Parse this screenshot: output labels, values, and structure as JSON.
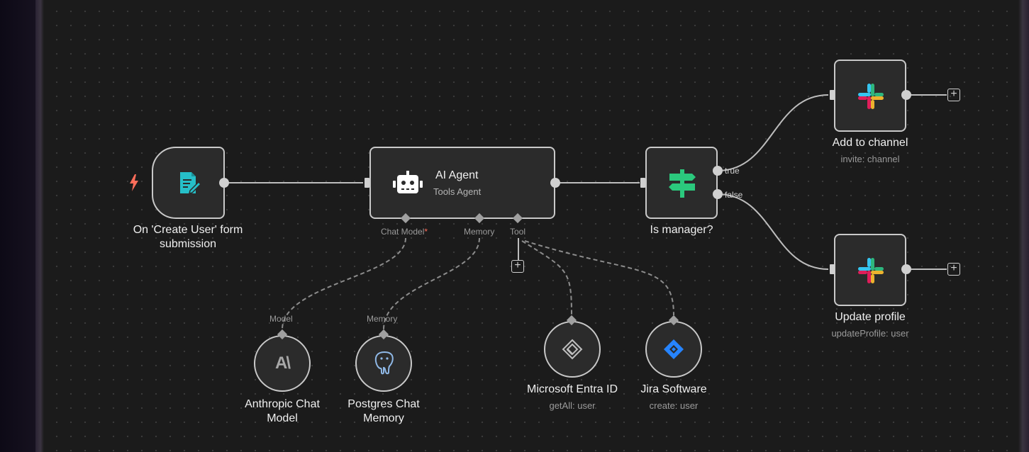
{
  "workflow": {
    "trigger": {
      "title": "On 'Create User' form submission"
    },
    "agent": {
      "title": "AI Agent",
      "subtitle": "Tools Agent",
      "ports": {
        "chat_model": "Chat Model",
        "required_mark": "*",
        "memory": "Memory",
        "tool": "Tool"
      }
    },
    "if_node": {
      "title": "Is manager?",
      "true_label": "true",
      "false_label": "false"
    },
    "slack_add": {
      "title": "Add to channel",
      "subtitle": "invite: channel"
    },
    "slack_update": {
      "title": "Update profile",
      "subtitle": "updateProfile: user"
    },
    "anthropic": {
      "title": "Anthropic Chat Model",
      "port_label": "Model",
      "logo_text": "A\\"
    },
    "postgres": {
      "title": "Postgres Chat Memory",
      "port_label": "Memory"
    },
    "entra": {
      "title": "Microsoft Entra ID",
      "subtitle": "getAll: user"
    },
    "jira": {
      "title": "Jira Software",
      "subtitle": "create: user"
    },
    "add_button": "+"
  },
  "icons": {
    "trigger": "bolt-icon",
    "form": "form-icon",
    "agent": "robot-icon",
    "if": "signpost-icon",
    "slack": "slack-icon",
    "anthropic": "anthropic-icon",
    "postgres": "postgres-icon",
    "entra": "entra-icon",
    "jira": "jira-icon"
  },
  "colors": {
    "canvas_bg": "#1b1b1b",
    "node_bg": "#2b2b2b",
    "node_border": "#c9c9c9",
    "bolt": "#ff6d5a",
    "form_icon": "#26bfc8",
    "if_icon": "#2bc97d",
    "slack_red": "#e01e5a",
    "slack_green": "#2eb67d",
    "slack_blue": "#36c5f0",
    "slack_yellow": "#ecb22e",
    "jira_blue": "#2684ff"
  }
}
